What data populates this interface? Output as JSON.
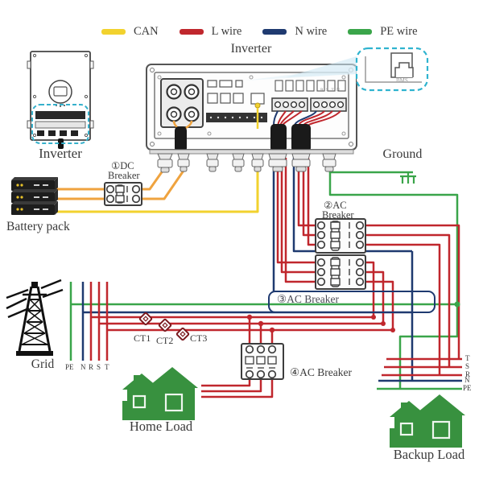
{
  "legend": {
    "items": [
      {
        "label": "CAN",
        "color": "#f2d22e"
      },
      {
        "label": "L wire",
        "color": "#c0272d"
      },
      {
        "label": "N wire",
        "color": "#1f3a70"
      },
      {
        "label": "PE wire",
        "color": "#3aa54a"
      }
    ]
  },
  "labels": {
    "inverter_top": "Inverter",
    "inverter_unit": "Inverter",
    "battery": "Battery pack",
    "bms": "BMS",
    "ground": "Ground",
    "grid": "Grid",
    "home_load": "Home Load",
    "backup_load": "Backup Load",
    "terminal_text": "R S T N"
  },
  "breakers": {
    "dc1_line1": "①DC",
    "dc1_line2": "Breaker",
    "ac2_line1": "②AC",
    "ac2_line2": "Breaker",
    "ac3": "③AC Breaker",
    "ac4": "④AC Breaker"
  },
  "cts": {
    "ct1": "CT1",
    "ct2": "CT2",
    "ct3": "CT3"
  },
  "grid_phases": [
    "PE",
    "N",
    "R",
    "S",
    "T"
  ],
  "backup_phases": [
    "T",
    "S",
    "R",
    "N",
    "PE"
  ],
  "wire_colors": {
    "can": "#f2d22e",
    "l_wire": "#c0272d",
    "n_wire": "#1f3a70",
    "pe_wire": "#3aa54a",
    "battery_dc": "#efa33f",
    "house_green": "#38913f",
    "callout_dashed": "#35b0cb"
  }
}
